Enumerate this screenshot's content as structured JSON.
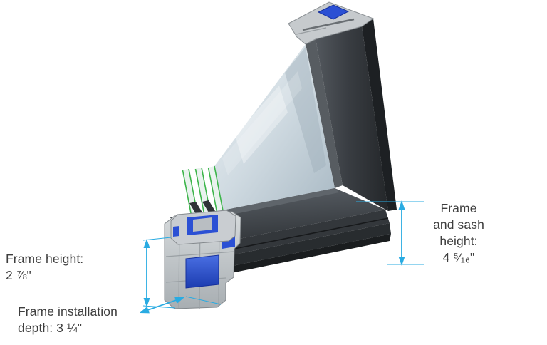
{
  "diagram": {
    "title": "Window frame corner cross-section with dimension callouts",
    "subject": "window-profile-cutaway",
    "background": "#ffffff"
  },
  "annotations": {
    "frame_height": {
      "label": "Frame height:",
      "value": "2 ⅞\"",
      "arrow": "vertical-double-arrow"
    },
    "installation_depth": {
      "label": "Frame installation",
      "value": "depth: 3 ¼\"",
      "arrow": "diagonal-double-arrow"
    },
    "frame_and_sash_height": {
      "line1": "Frame",
      "line2": "and sash",
      "line3": "height:",
      "value": "4 ⁵⁄₁₆\"",
      "arrow": "vertical-double-arrow"
    }
  },
  "colors": {
    "dimension_accent": "#29abe2",
    "text": "#3e3e3e",
    "frame_dark": "#33373b",
    "profile_gray": "#c7cbce",
    "gasket_blue": "#2b50d4",
    "glass_edge_green": "#3cb54a"
  }
}
